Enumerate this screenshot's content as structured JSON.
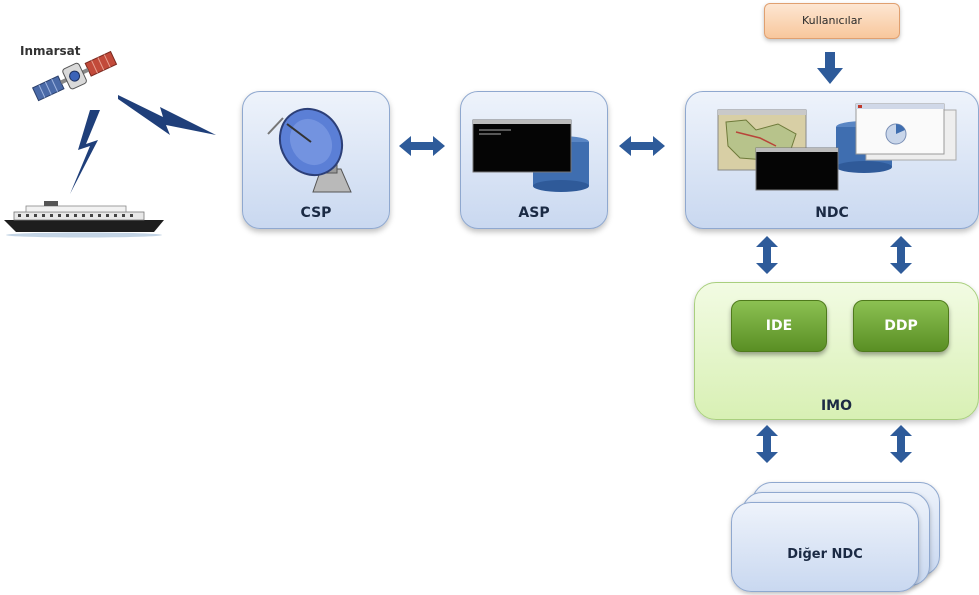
{
  "labels": {
    "inmarsat": "Inmarsat",
    "kullanicilar": "Kullanıcılar",
    "csp": "CSP",
    "asp": "ASP",
    "ndc": "NDC",
    "ide": "IDE",
    "ddp": "DDP",
    "imo": "IMO",
    "diger_ndc": "Diğer NDC"
  },
  "colors": {
    "arrow": "#2e5b9a",
    "box_blue_border": "#8fa8cf",
    "green_button": "#6fa33a",
    "orange_box": "#f8c79c",
    "lightning": "#1f3f7a"
  }
}
